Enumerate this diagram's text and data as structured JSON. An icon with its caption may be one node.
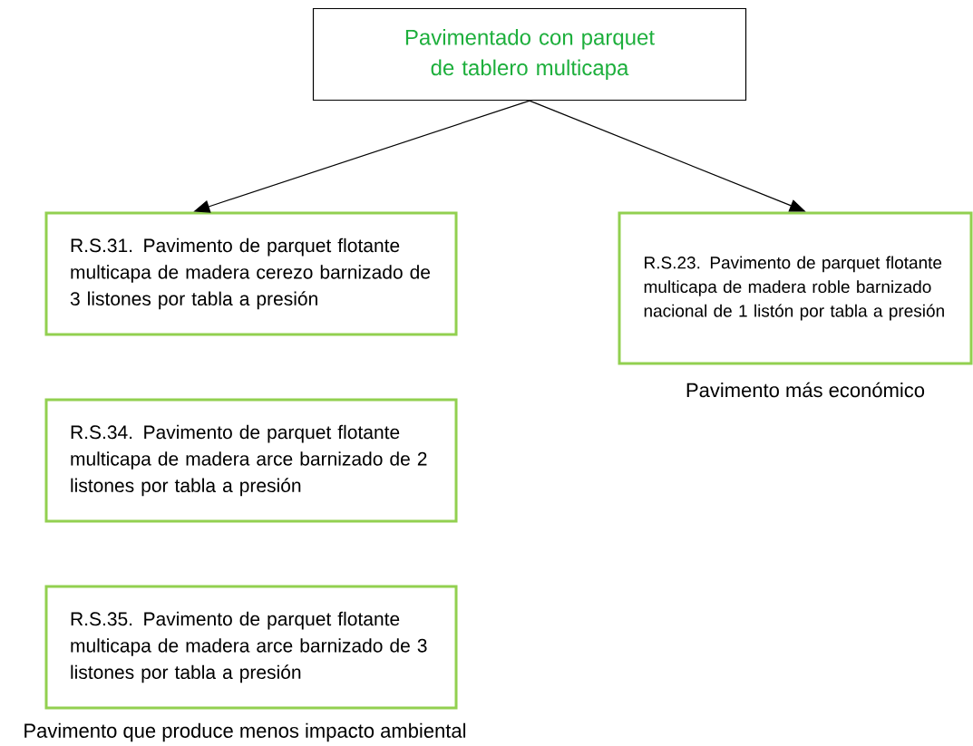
{
  "diagram": {
    "nodes": [
      {
        "text": [
          "Pavimentado con parquet de tablero multicapa"
        ]
      },
      {
        "text": [
          "R.S.31. Pavimento de parquet flotante multicapa de madera cerezo barnizado de 3 listones por tabla a presión"
        ]
      },
      {
        "text": [
          "R.S.23. Pavimento de parquet flotante multicapa de madera roble barnizado nacional de 1 listón por tabla a presión"
        ],
        "beside": [
          "Pavimento más económico"
        ]
      },
      {
        "text": [
          "R.S.34. Pavimento de parquet flotante multicapa de madera arce barnizado de 2 listones por tabla a presión"
        ]
      },
      {
        "text": [
          "R.S.35. Pavimento de parquet flotante multicapa de madera arce barnizado de 3 listones por tabla a presión"
        ],
        "beside": [
          "Pavimento que produce menos impacto ambiental"
        ]
      }
    ],
    "edges": [
      {
        "from": 0,
        "to": 1,
        "arrow": "to"
      },
      {
        "from": 0,
        "to": 2,
        "arrow": "to"
      }
    ]
  }
}
